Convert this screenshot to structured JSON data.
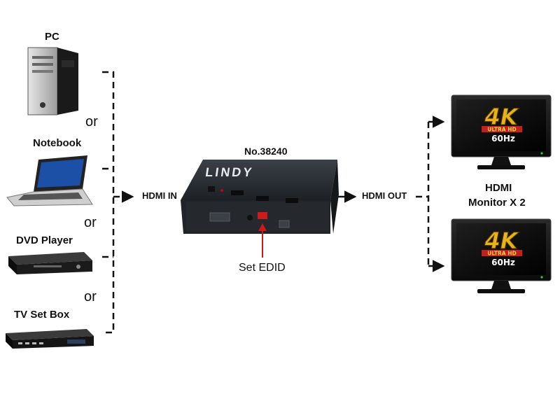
{
  "sources": [
    {
      "label": "PC",
      "icon": "desktop-pc-icon"
    },
    {
      "label": "Notebook",
      "icon": "laptop-icon"
    },
    {
      "label": "DVD Player",
      "icon": "dvd-player-icon"
    },
    {
      "label": "TV Set Box",
      "icon": "set-top-box-icon"
    }
  ],
  "or_text": "or",
  "hdmi_in": "HDMI IN",
  "hdmi_out": "HDMI OUT",
  "model": "No.38240",
  "brand": "LINDY",
  "set_edid": "Set EDID",
  "monitor_label_line1": "HDMI",
  "monitor_label_line2": "Monitor X 2",
  "badge": {
    "big": "4K",
    "band": "ULTRA HD",
    "small": "60Hz"
  },
  "colors": {
    "line": "#111111",
    "edid_arrow": "#d01818",
    "badge_gold": "#e8b21a",
    "badge_red": "#c41e1e"
  }
}
